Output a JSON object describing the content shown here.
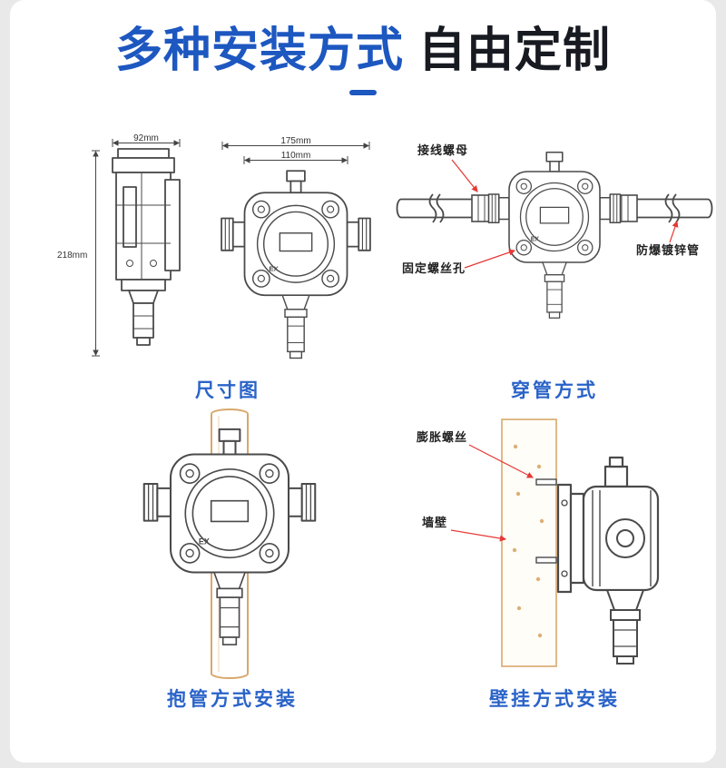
{
  "header": {
    "title_primary": "多种安装方式",
    "title_secondary": "自由定制"
  },
  "device": {
    "ex_label": "EX"
  },
  "sections": {
    "dimension": {
      "caption": "尺寸图",
      "dim_width_side": "92mm",
      "dim_height_side": "218mm",
      "dim_width_front_outer": "175mm",
      "dim_width_front_inner": "110mm"
    },
    "pipe_through": {
      "caption": "穿管方式",
      "label_wiring_nut": "接线螺母",
      "label_galvanized_pipe": "防爆镀锌管",
      "label_fixing_screw_holes": "固定螺丝孔"
    },
    "pipe_clamp": {
      "caption": "抱管方式安装"
    },
    "wall_mount": {
      "caption": "壁挂方式安装",
      "label_expansion_screw": "膨胀螺丝",
      "label_wall": "墙壁"
    }
  },
  "colors": {
    "accent_blue": "#1d57c0",
    "title_dark": "#171a21",
    "annotation_red": "#e53935",
    "pipe_tan": "#d9a86c",
    "line_gray": "#4a4a4a"
  }
}
